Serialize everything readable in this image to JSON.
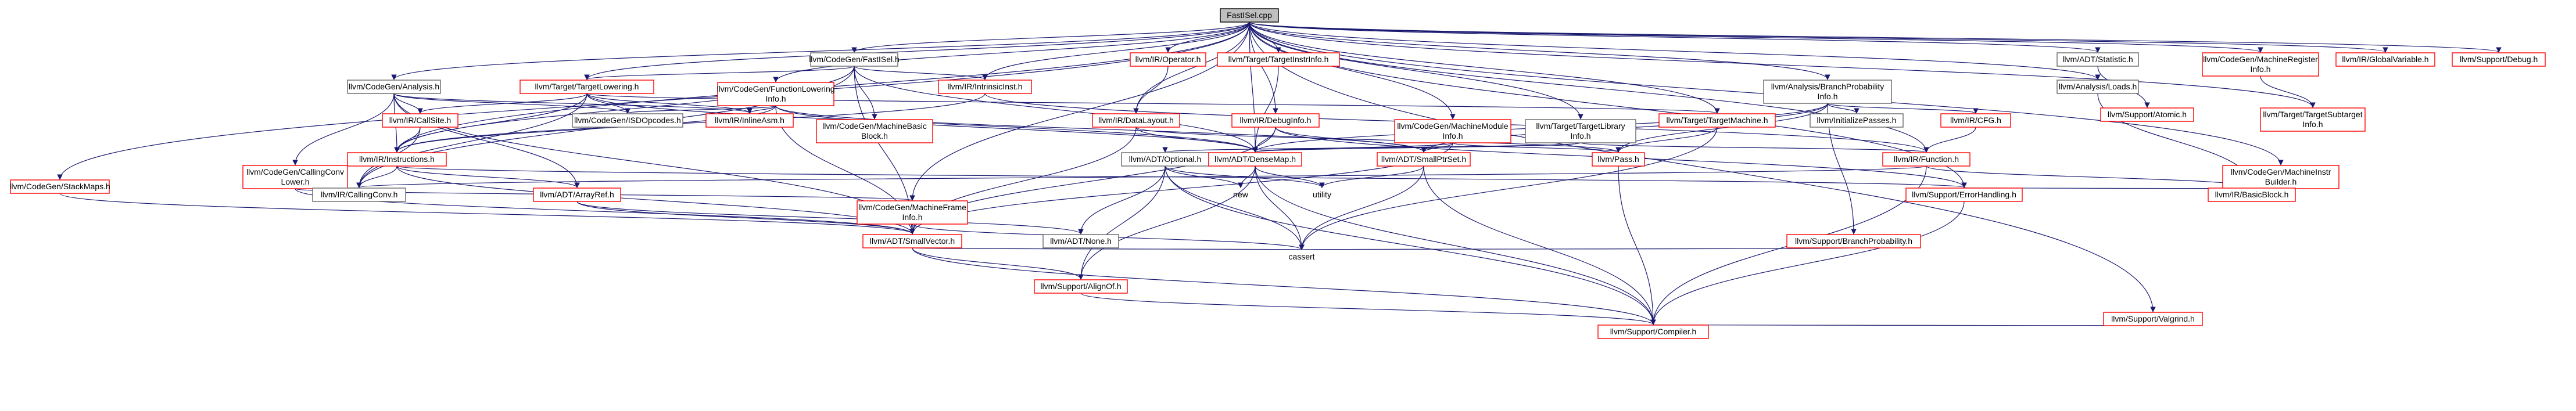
{
  "colors": {
    "edge": "#191970",
    "node_fill": "#ffffff",
    "missing_border": "#ff0000",
    "present_border": "#666666",
    "root_fill": "#bfbfbf",
    "root_border": "#000000"
  },
  "nodes": [
    {
      "id": "root",
      "label": [
        "FastISel.cpp"
      ],
      "kind": "root"
    },
    {
      "id": "fastiselh",
      "label": [
        "llvm/CodeGen/FastISel.h"
      ],
      "kind": "present"
    },
    {
      "id": "statistic",
      "label": [
        "llvm/ADT/Statistic.h"
      ],
      "kind": "present"
    },
    {
      "id": "regs",
      "label": [
        "llvm/CodeGen/MachineRegister",
        "Info.h"
      ],
      "kind": "missing"
    },
    {
      "id": "globalvar",
      "label": [
        "llvm/IR/GlobalVariable.h"
      ],
      "kind": "missing"
    },
    {
      "id": "debug",
      "label": [
        "llvm/Support/Debug.h"
      ],
      "kind": "missing"
    },
    {
      "id": "irop",
      "label": [
        "llvm/IR/Operator.h"
      ],
      "kind": "missing"
    },
    {
      "id": "tinstr",
      "label": [
        "llvm/Target/TargetInstrInfo.h"
      ],
      "kind": "missing"
    },
    {
      "id": "analysis",
      "label": [
        "llvm/CodeGen/Analysis.h"
      ],
      "kind": "present"
    },
    {
      "id": "tlow",
      "label": [
        "llvm/Target/TargetLowering.h"
      ],
      "kind": "missing"
    },
    {
      "id": "funclow",
      "label": [
        "llvm/CodeGen/FunctionLowering",
        "Info.h"
      ],
      "kind": "missing"
    },
    {
      "id": "intrinsic",
      "label": [
        "llvm/IR/IntrinsicInst.h"
      ],
      "kind": "missing"
    },
    {
      "id": "bprob",
      "label": [
        "llvm/Analysis/BranchProbability",
        "Info.h"
      ],
      "kind": "present"
    },
    {
      "id": "loads",
      "label": [
        "llvm/Analysis/Loads.h"
      ],
      "kind": "present"
    },
    {
      "id": "atomic",
      "label": [
        "llvm/Support/Atomic.h"
      ],
      "kind": "missing"
    },
    {
      "id": "tsub",
      "label": [
        "llvm/Target/TargetSubtarget",
        "Info.h"
      ],
      "kind": "missing"
    },
    {
      "id": "callsite",
      "label": [
        "llvm/IR/CallSite.h"
      ],
      "kind": "missing"
    },
    {
      "id": "isdop",
      "label": [
        "llvm/CodeGen/ISDOpcodes.h"
      ],
      "kind": "present"
    },
    {
      "id": "inlineasm",
      "label": [
        "llvm/IR/InlineAsm.h"
      ],
      "kind": "missing"
    },
    {
      "id": "mbb",
      "label": [
        "llvm/CodeGen/MachineBasic",
        "Block.h"
      ],
      "kind": "missing"
    },
    {
      "id": "datalayout",
      "label": [
        "llvm/IR/DataLayout.h"
      ],
      "kind": "missing"
    },
    {
      "id": "debuginfo",
      "label": [
        "llvm/IR/DebugInfo.h"
      ],
      "kind": "missing"
    },
    {
      "id": "mmi",
      "label": [
        "llvm/CodeGen/MachineModule",
        "Info.h"
      ],
      "kind": "missing"
    },
    {
      "id": "tlib",
      "label": [
        "llvm/Target/TargetLibrary",
        "Info.h"
      ],
      "kind": "present"
    },
    {
      "id": "tmach",
      "label": [
        "llvm/Target/TargetMachine.h"
      ],
      "kind": "missing"
    },
    {
      "id": "initpasses",
      "label": [
        "llvm/InitializePasses.h"
      ],
      "kind": "present"
    },
    {
      "id": "ircfg",
      "label": [
        "llvm/IR/CFG.h"
      ],
      "kind": "missing"
    },
    {
      "id": "callingconvlow",
      "label": [
        "llvm/CodeGen/CallingConv",
        "Lower.h"
      ],
      "kind": "missing"
    },
    {
      "id": "instructions",
      "label": [
        "llvm/IR/Instructions.h"
      ],
      "kind": "missing"
    },
    {
      "id": "optional",
      "label": [
        "llvm/ADT/Optional.h"
      ],
      "kind": "present"
    },
    {
      "id": "densemap",
      "label": [
        "llvm/ADT/DenseMap.h"
      ],
      "kind": "missing"
    },
    {
      "id": "smallptrset",
      "label": [
        "llvm/ADT/SmallPtrSet.h"
      ],
      "kind": "missing"
    },
    {
      "id": "pass",
      "label": [
        "llvm/Pass.h"
      ],
      "kind": "missing"
    },
    {
      "id": "function",
      "label": [
        "llvm/IR/Function.h"
      ],
      "kind": "missing"
    },
    {
      "id": "mib",
      "label": [
        "llvm/CodeGen/MachineInstr",
        "Builder.h"
      ],
      "kind": "missing"
    },
    {
      "id": "stackmaps",
      "label": [
        "llvm/CodeGen/StackMaps.h"
      ],
      "kind": "missing"
    },
    {
      "id": "callingconv",
      "label": [
        "llvm/IR/CallingConv.h"
      ],
      "kind": "present"
    },
    {
      "id": "arrayref",
      "label": [
        "llvm/ADT/ArrayRef.h"
      ],
      "kind": "missing"
    },
    {
      "id": "mframe",
      "label": [
        "llvm/CodeGen/MachineFrame",
        "Info.h"
      ],
      "kind": "missing"
    },
    {
      "id": "new",
      "label": [
        "new"
      ],
      "kind": "plain"
    },
    {
      "id": "utility",
      "label": [
        "utility"
      ],
      "kind": "plain"
    },
    {
      "id": "errhandling",
      "label": [
        "llvm/Support/ErrorHandling.h"
      ],
      "kind": "missing"
    },
    {
      "id": "basicblock",
      "label": [
        "llvm/IR/BasicBlock.h"
      ],
      "kind": "missing"
    },
    {
      "id": "smallvector",
      "label": [
        "llvm/ADT/SmallVector.h"
      ],
      "kind": "missing"
    },
    {
      "id": "none",
      "label": [
        "llvm/ADT/None.h"
      ],
      "kind": "present"
    },
    {
      "id": "branchprob",
      "label": [
        "llvm/Support/BranchProbability.h"
      ],
      "kind": "missing"
    },
    {
      "id": "cassert",
      "label": [
        "cassert"
      ],
      "kind": "plain"
    },
    {
      "id": "alignof",
      "label": [
        "llvm/Support/AlignOf.h"
      ],
      "kind": "missing"
    },
    {
      "id": "valgrind",
      "label": [
        "llvm/Support/Valgrind.h"
      ],
      "kind": "missing"
    },
    {
      "id": "compiler",
      "label": [
        "llvm/Support/Compiler.h"
      ],
      "kind": "missing"
    }
  ],
  "edges": [
    [
      "root",
      "fastiselh"
    ],
    [
      "root",
      "statistic"
    ],
    [
      "root",
      "regs"
    ],
    [
      "root",
      "globalvar"
    ],
    [
      "root",
      "debug"
    ],
    [
      "root",
      "irop"
    ],
    [
      "root",
      "tinstr"
    ],
    [
      "root",
      "analysis"
    ],
    [
      "root",
      "tlow"
    ],
    [
      "root",
      "funclow"
    ],
    [
      "root",
      "intrinsic"
    ],
    [
      "root",
      "bprob"
    ],
    [
      "root",
      "loads"
    ],
    [
      "root",
      "tsub"
    ],
    [
      "root",
      "datalayout"
    ],
    [
      "root",
      "debuginfo"
    ],
    [
      "root",
      "mmi"
    ],
    [
      "root",
      "tlib"
    ],
    [
      "root",
      "tmach"
    ],
    [
      "root",
      "instructions"
    ],
    [
      "root",
      "densemap"
    ],
    [
      "root",
      "function"
    ],
    [
      "root",
      "mib"
    ],
    [
      "root",
      "stackmaps"
    ],
    [
      "root",
      "mframe"
    ],
    [
      "root",
      "errhandling"
    ],
    [
      "root",
      "valgrind"
    ],
    [
      "fastiselh",
      "tlow"
    ],
    [
      "fastiselh",
      "intrinsic"
    ],
    [
      "fastiselh",
      "mbb"
    ],
    [
      "fastiselh",
      "densemap"
    ],
    [
      "fastiselh",
      "smallvector"
    ],
    [
      "fastiselh",
      "callingconv"
    ],
    [
      "fastiselh",
      "instructions"
    ],
    [
      "statistic",
      "atomic"
    ],
    [
      "regs",
      "tsub"
    ],
    [
      "irop",
      "datalayout"
    ],
    [
      "tinstr",
      "densemap"
    ],
    [
      "analysis",
      "isdop"
    ],
    [
      "analysis",
      "inlineasm"
    ],
    [
      "analysis",
      "callsite"
    ],
    [
      "analysis",
      "instructions"
    ],
    [
      "analysis",
      "arrayref"
    ],
    [
      "analysis",
      "smallvector"
    ],
    [
      "analysis",
      "callingconvlow"
    ],
    [
      "tlow",
      "callsite"
    ],
    [
      "tlow",
      "inlineasm"
    ],
    [
      "tlow",
      "isdop"
    ],
    [
      "tlow",
      "densemap"
    ],
    [
      "tlow",
      "instructions"
    ],
    [
      "tlow",
      "callingconv"
    ],
    [
      "tlow",
      "tmach"
    ],
    [
      "funclow",
      "inlineasm"
    ],
    [
      "funclow",
      "instructions"
    ],
    [
      "funclow",
      "densemap"
    ],
    [
      "funclow",
      "smallptrset"
    ],
    [
      "funclow",
      "smallvector"
    ],
    [
      "funclow",
      "isdop"
    ],
    [
      "intrinsic",
      "function"
    ],
    [
      "intrinsic",
      "instructions"
    ],
    [
      "bprob",
      "initpasses"
    ],
    [
      "bprob",
      "ircfg"
    ],
    [
      "bprob",
      "pass"
    ],
    [
      "bprob",
      "densemap"
    ],
    [
      "bprob",
      "smallptrset"
    ],
    [
      "bprob",
      "branchprob"
    ],
    [
      "loads",
      "basicblock"
    ],
    [
      "callsite",
      "instructions"
    ],
    [
      "callsite",
      "callingconv"
    ],
    [
      "datalayout",
      "densemap"
    ],
    [
      "datalayout",
      "pass"
    ],
    [
      "datalayout",
      "smallvector"
    ],
    [
      "debuginfo",
      "densemap"
    ],
    [
      "debuginfo",
      "smallptrset"
    ],
    [
      "debuginfo",
      "smallvector"
    ],
    [
      "debuginfo",
      "errhandling"
    ],
    [
      "mmi",
      "densemap"
    ],
    [
      "mmi",
      "smallptrset"
    ],
    [
      "mmi",
      "pass"
    ],
    [
      "mmi",
      "smallvector"
    ],
    [
      "tlib",
      "densemap"
    ],
    [
      "tlib",
      "optional"
    ],
    [
      "tlib",
      "function"
    ],
    [
      "tmach",
      "pass"
    ],
    [
      "tmach",
      "cassert"
    ],
    [
      "ircfg",
      "function"
    ],
    [
      "callingconvlow",
      "callingconv"
    ],
    [
      "callingconvlow",
      "smallvector"
    ],
    [
      "callingconvlow",
      "mframe"
    ],
    [
      "instructions",
      "arrayref"
    ],
    [
      "instructions",
      "smallvector"
    ],
    [
      "instructions",
      "callingconv"
    ],
    [
      "instructions",
      "errhandling"
    ],
    [
      "optional",
      "none"
    ],
    [
      "optional",
      "alignof"
    ],
    [
      "optional",
      "compiler"
    ],
    [
      "optional",
      "new"
    ],
    [
      "optional",
      "utility"
    ],
    [
      "optional",
      "cassert"
    ],
    [
      "densemap",
      "new"
    ],
    [
      "densemap",
      "utility"
    ],
    [
      "densemap",
      "cassert"
    ],
    [
      "densemap",
      "alignof"
    ],
    [
      "densemap",
      "compiler"
    ],
    [
      "smallptrset",
      "compiler"
    ],
    [
      "smallptrset",
      "cassert"
    ],
    [
      "smallptrset",
      "utility"
    ],
    [
      "pass",
      "compiler"
    ],
    [
      "function",
      "callingconv"
    ],
    [
      "function",
      "basicblock"
    ],
    [
      "function",
      "compiler"
    ],
    [
      "mib",
      "errhandling"
    ],
    [
      "mib",
      "basicblock"
    ],
    [
      "stackmaps",
      "smallvector"
    ],
    [
      "arrayref",
      "none"
    ],
    [
      "arrayref",
      "smallvector"
    ],
    [
      "mframe",
      "smallvector"
    ],
    [
      "mframe",
      "cassert"
    ],
    [
      "errhandling",
      "compiler"
    ],
    [
      "smallvector",
      "alignof"
    ],
    [
      "smallvector",
      "compiler"
    ],
    [
      "smallvector",
      "cassert"
    ],
    [
      "branchprob",
      "cassert"
    ],
    [
      "alignof",
      "compiler"
    ],
    [
      "valgrind",
      "compiler"
    ]
  ]
}
